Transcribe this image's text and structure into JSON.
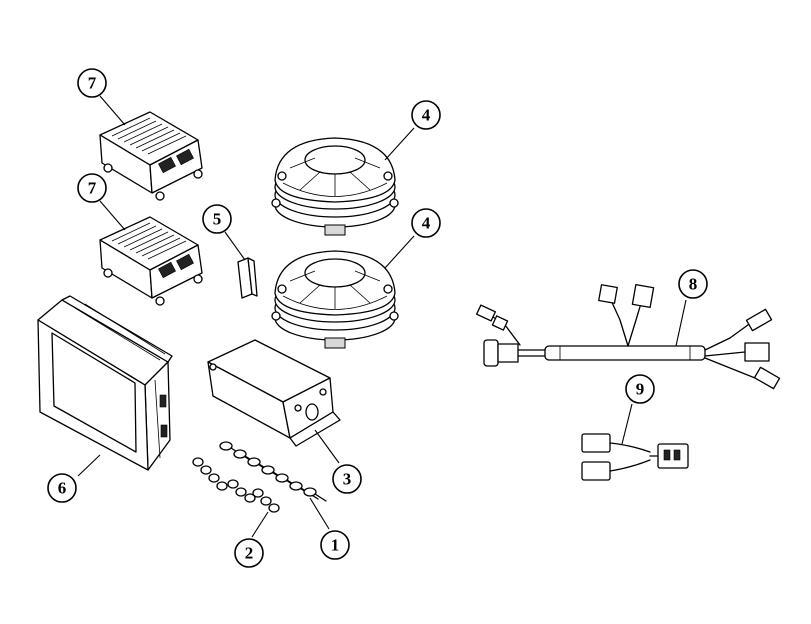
{
  "callouts": [
    {
      "id": "c7a",
      "label": "7"
    },
    {
      "id": "c7b",
      "label": "7"
    },
    {
      "id": "c4a",
      "label": "4"
    },
    {
      "id": "c4b",
      "label": "4"
    },
    {
      "id": "c5",
      "label": "5"
    },
    {
      "id": "c8",
      "label": "8"
    },
    {
      "id": "c9",
      "label": "9"
    },
    {
      "id": "c6",
      "label": "6"
    },
    {
      "id": "c3",
      "label": "3"
    },
    {
      "id": "c2",
      "label": "2"
    },
    {
      "id": "c1",
      "label": "1"
    }
  ]
}
